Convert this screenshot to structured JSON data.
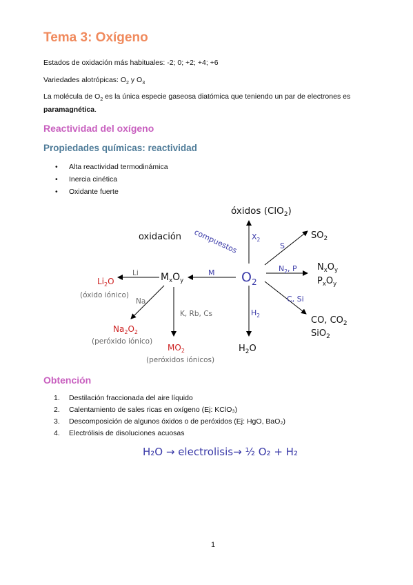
{
  "title": "Tema 3: Oxígeno",
  "intro": {
    "line1": "Estados de oxidación más habituales: -2; 0; +2; +4; +6",
    "line2_prefix": "Variedades alotrópicas: O",
    "line2_mid": " y O",
    "line3_a": "La molécula de O",
    "line3_b": " es la única especie gaseosa diatómica que teniendo un par de electrones es",
    "line3_c": "paramagnética",
    "line3_d": "."
  },
  "section_reactividad": {
    "heading": "Reactividad del oxígeno",
    "subheading": "Propiedades químicas: reactividad",
    "bullets": [
      "Alta reactividad termodinámica",
      "Inercia cinética",
      "Oxidante fuerte"
    ]
  },
  "diagram": {
    "center": "O",
    "top": "óxidos (ClO",
    "top_end": ")",
    "top_label": "X",
    "left": "oxidación",
    "compuestos": "compuestos",
    "so2": "SO",
    "s_label": "S",
    "np_label_n": "N",
    "np_label_p": ", P",
    "nxoy_n": "N",
    "nxoy_o": "O",
    "pxoy_p": "P",
    "pxoy_o": "O",
    "csi_label": "C, Si",
    "co": "CO, CO",
    "sio2": "SiO",
    "h2_label": "H",
    "h2o": "H",
    "h2o_end": "O",
    "m_label": "M",
    "mxoy_m": "M",
    "mxoy_o": "O",
    "li_label": "Li",
    "li2o": "Li",
    "li2o_end": "O",
    "oxido_ionico": "(óxido iónico)",
    "na_label": "Na",
    "na2o2": "Na",
    "na2o2_mid": "O",
    "peroxido_ionico": "(peróxido iónico)",
    "krbcs_label": "K, Rb, Cs",
    "mo2": "MO",
    "peroxidos_ionicos": "(peróxidos iónicos)",
    "sub_2": "2",
    "sub_x": "x",
    "sub_y": "y",
    "sub_3": "3"
  },
  "section_obtencion": {
    "heading": "Obtención",
    "items": [
      {
        "num": "1.",
        "text": "Destilación fraccionada del aire líquido"
      },
      {
        "num": "2.",
        "text": "Calentamiento de sales ricas en oxígeno (Ej: KClO₃)"
      },
      {
        "num": "3.",
        "text": "Descomposición de algunos óxidos o de peróxidos (Ej: HgO, BaO₂)"
      },
      {
        "num": "4.",
        "text": "Electrólisis de disoluciones acuosas"
      }
    ],
    "equation": "H₂O → electrolisis→   ½ O₂ + H₂"
  },
  "page_number": "1",
  "colors": {
    "title": "#f08a5d",
    "heading": "#c85fbf",
    "subheading": "#4e7b98",
    "blue": "#3a3aa8",
    "red": "#cc1f1f",
    "gray": "#666666"
  }
}
